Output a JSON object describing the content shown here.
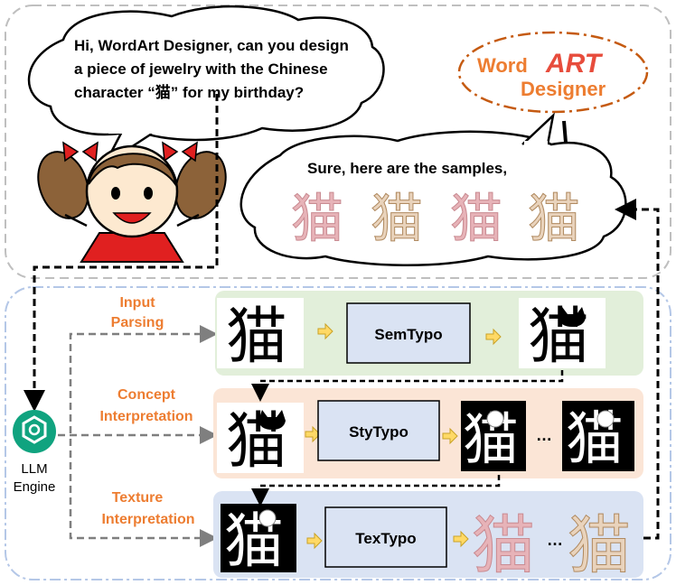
{
  "user_speech": {
    "line1": "Hi, WordArt Designer, can you design",
    "line2": "a piece of jewelry with the Chinese",
    "line3": "character “猫”   for my birthday?"
  },
  "logo": {
    "word": "Word",
    "art": "ART",
    "designer": "Designer"
  },
  "reply": {
    "text": "Sure, here are the samples,"
  },
  "engine": {
    "line1": "LLM",
    "line2": "Engine"
  },
  "stages": [
    {
      "label1": "Input",
      "label2": "Parsing",
      "module": "SemTypo"
    },
    {
      "label1": "Concept",
      "label2": "Interpretation",
      "module": "StyTypo"
    },
    {
      "label1": "Texture",
      "label2": "Interpretation",
      "module": "TexTypo"
    }
  ],
  "glyph_char": "猫",
  "ellipsis": "…",
  "colors": {
    "stage1_bg": "#e2efda",
    "stage2_bg": "#fbe5d6",
    "stage3_bg": "#dae3f3",
    "module_box": "#dae3f3",
    "accent_orange": "#ed7d31",
    "arrow_fill": "#ffd966"
  }
}
